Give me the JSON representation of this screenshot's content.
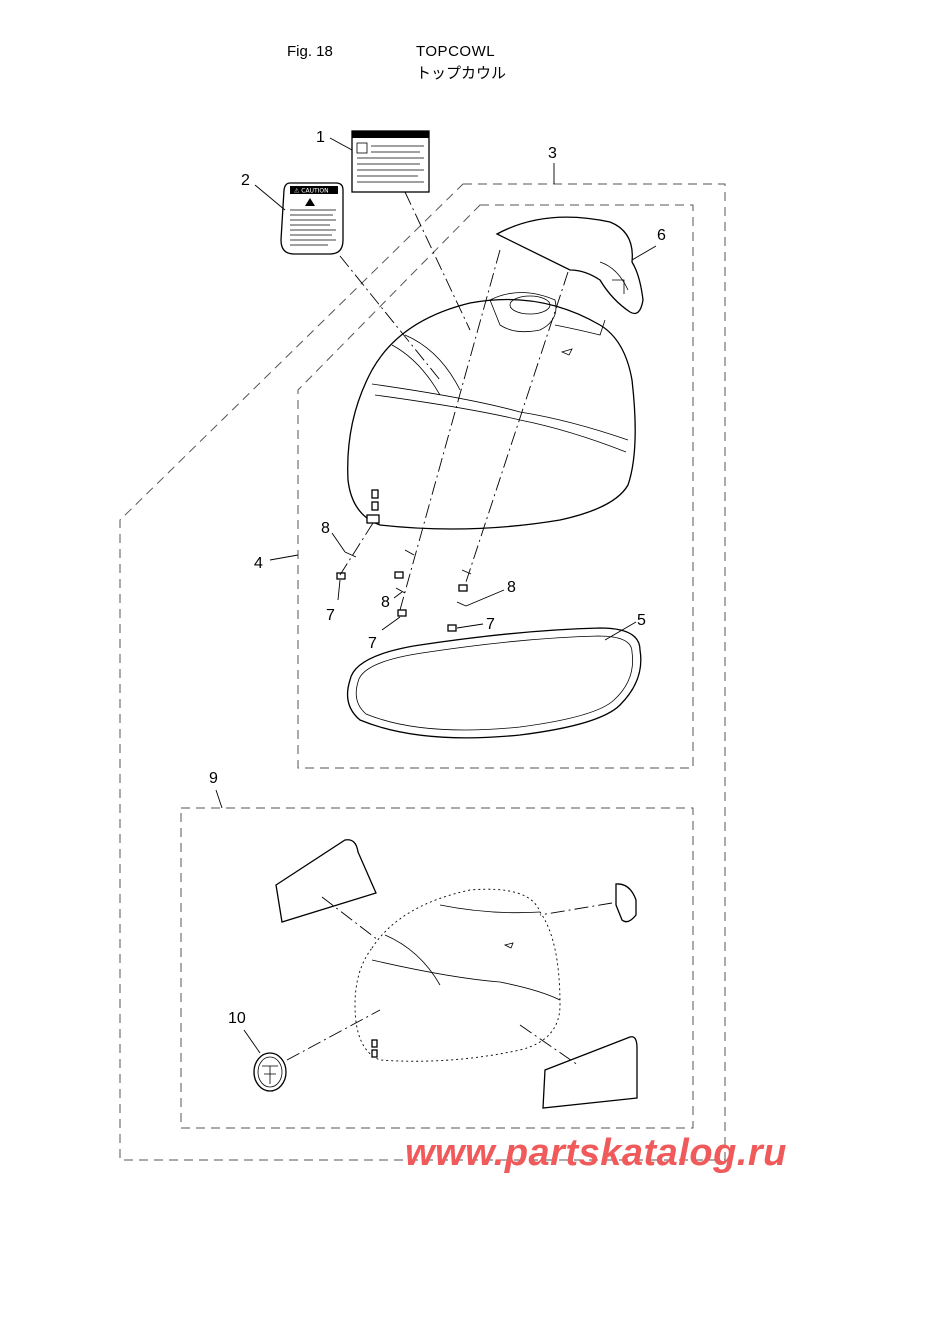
{
  "header": {
    "fig_label": "Fig. 18",
    "title_en": "TOPCOWL",
    "title_jp": "トップカウル"
  },
  "callouts": {
    "c1": "1",
    "c2": "2",
    "c3": "3",
    "c4": "4",
    "c5": "5",
    "c6": "6",
    "c7a": "7",
    "c7b": "7",
    "c7c": "7",
    "c8a": "8",
    "c8b": "8",
    "c8c": "8",
    "c9": "9",
    "c10": "10"
  },
  "labels": {
    "caution_title": "⚠ CAUTION"
  },
  "watermark": "www.partskatalog.ru",
  "colors": {
    "watermark": "#f05a5a",
    "line": "#000000",
    "dash": "#555555"
  }
}
